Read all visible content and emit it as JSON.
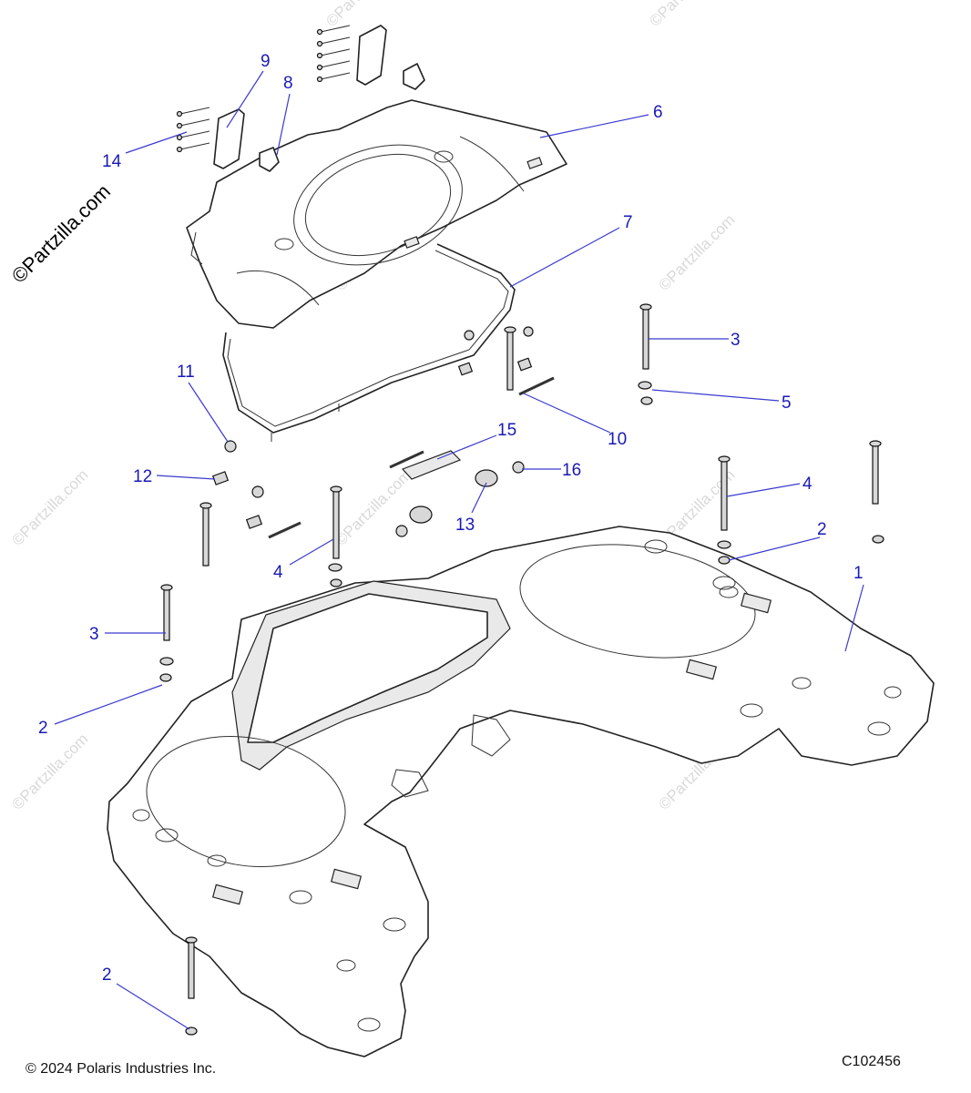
{
  "watermark": {
    "main": "©Partzilla.com",
    "faint": "©Partzilla.com"
  },
  "footer": {
    "copyright": "© 2024 Polaris Industries Inc.",
    "diagram_code": "C102456"
  },
  "callouts": [
    {
      "id": "callout-1",
      "label": "1"
    },
    {
      "id": "callout-2a",
      "label": "2"
    },
    {
      "id": "callout-2b",
      "label": "2"
    },
    {
      "id": "callout-2c",
      "label": "2"
    },
    {
      "id": "callout-3a",
      "label": "3"
    },
    {
      "id": "callout-3b",
      "label": "3"
    },
    {
      "id": "callout-4a",
      "label": "4"
    },
    {
      "id": "callout-4b",
      "label": "4"
    },
    {
      "id": "callout-5",
      "label": "5"
    },
    {
      "id": "callout-6",
      "label": "6"
    },
    {
      "id": "callout-7",
      "label": "7"
    },
    {
      "id": "callout-8",
      "label": "8"
    },
    {
      "id": "callout-9",
      "label": "9"
    },
    {
      "id": "callout-10",
      "label": "10"
    },
    {
      "id": "callout-11",
      "label": "11"
    },
    {
      "id": "callout-12",
      "label": "12"
    },
    {
      "id": "callout-13",
      "label": "13"
    },
    {
      "id": "callout-14",
      "label": "14"
    },
    {
      "id": "callout-15",
      "label": "15"
    },
    {
      "id": "callout-16",
      "label": "16"
    }
  ],
  "colors": {
    "callout_text": "#1a1ab4",
    "leader_line": "#3a3ad0",
    "watermark": "#d9d9d9"
  }
}
